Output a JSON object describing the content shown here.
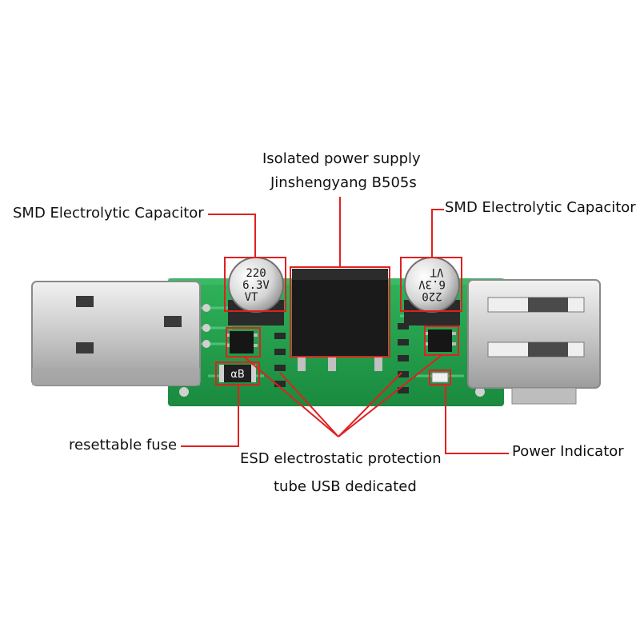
{
  "labels": {
    "isolated_line1": "Isolated power supply",
    "isolated_line2": "Jinshengyang B505s",
    "smd_left": "SMD Electrolytic Capacitor",
    "smd_right": "SMD Electrolytic Capacitor",
    "fuse": "resettable fuse",
    "esd_line1": "ESD electrostatic protection",
    "esd_line2": "tube USB dedicated",
    "power_indicator": "Power Indicator"
  },
  "components": {
    "cap_left_text": [
      "220",
      "6.3V",
      "VT"
    ],
    "cap_right_text": [
      "220",
      "6.3V",
      "VT"
    ],
    "fuse_marking": "αB"
  },
  "colors": {
    "callout": "#e02020",
    "pcb": "#1f9a4a",
    "pcb_light": "#3db866",
    "metal": "#d9d9d9",
    "module": "#1a1a1a"
  }
}
